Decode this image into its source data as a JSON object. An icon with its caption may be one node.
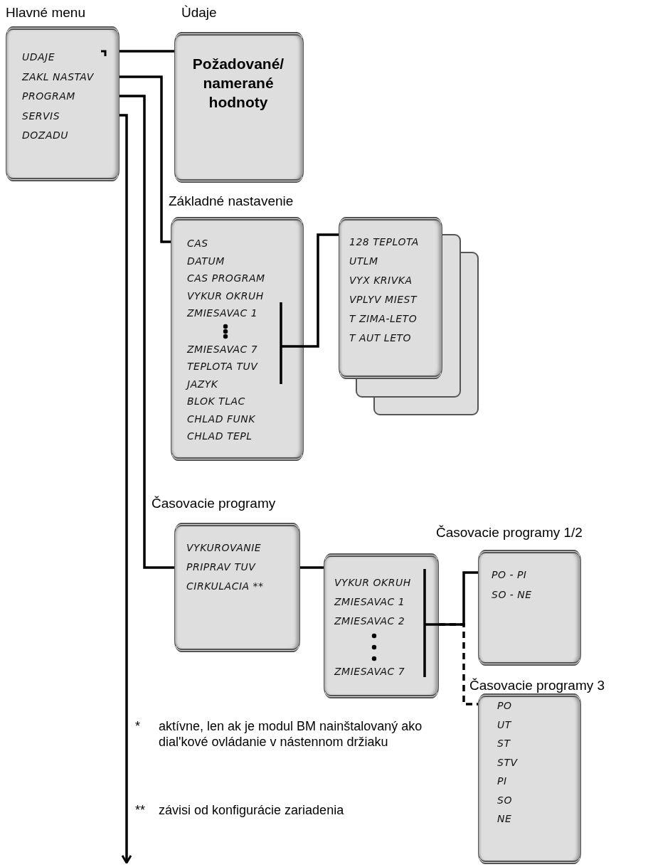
{
  "diagram": {
    "nodes": [
      {
        "text": [
          "Hlavné menu",
          "UDAJE",
          "ZAKL NASTAV",
          "PROGRAM",
          "SERVIS",
          "DOZADU"
        ]
      },
      {
        "text": [
          "Ùdaje",
          "Požadované/ namerané hodnoty"
        ]
      },
      {
        "text": [
          "Základné nastavenie",
          "CAS",
          "DATUM",
          "CAS PROGRAM",
          "VYKUR OKRUH",
          "ZMIESAVAC 1",
          "ZMIESAVAC 7",
          "TEPLOTA TUV",
          "JAZYK",
          "BLOK TLAC",
          "CHLAD FUNK",
          "CHLAD TEPL"
        ]
      },
      {
        "text": [
          "128 TEPLOTA",
          "UTLM",
          "VYX KRIVKA",
          "VPLYV MIEST",
          "T ZIMA-LETO",
          "T AUT LETO"
        ]
      },
      {
        "text": [
          "Časovacie programy",
          "VYKUROVANIE",
          "PRIPRAV TUV",
          "CIRKULACIA **"
        ]
      },
      {
        "text": [
          "VYKUR OKRUH",
          "ZMIESAVAC 1",
          "ZMIESAVAC 2",
          "ZMIESAVAC 7"
        ]
      },
      {
        "text": [
          "Časovacie programy 1/2",
          "PO - PI",
          "SO - NE"
        ]
      },
      {
        "text": [
          "Časovacie programy 3",
          "PO",
          "UT",
          "ST",
          "STV",
          "PI",
          "SO",
          "NE"
        ]
      }
    ],
    "edges": [
      {
        "from": 0,
        "to": 1,
        "arrow": "none"
      },
      {
        "from": 0,
        "to": 2,
        "arrow": "none"
      },
      {
        "from": 0,
        "to": 4,
        "arrow": "none"
      },
      {
        "from": 0,
        "to": null,
        "arrow": "to"
      },
      {
        "from": 2,
        "to": 3,
        "arrow": "none"
      },
      {
        "from": 4,
        "to": 5,
        "arrow": "none"
      },
      {
        "from": 5,
        "to": 6,
        "arrow": "none"
      },
      {
        "from": 5,
        "to": 7,
        "arrow": "none",
        "style": "dashed"
      }
    ],
    "labels": [
      "*",
      "aktívne, len ak je modul BM nainštalovaný ako dial'kové ovládanie v nástennom držiaku",
      "**",
      "závisi od konfigurácie zariadenia"
    ]
  }
}
